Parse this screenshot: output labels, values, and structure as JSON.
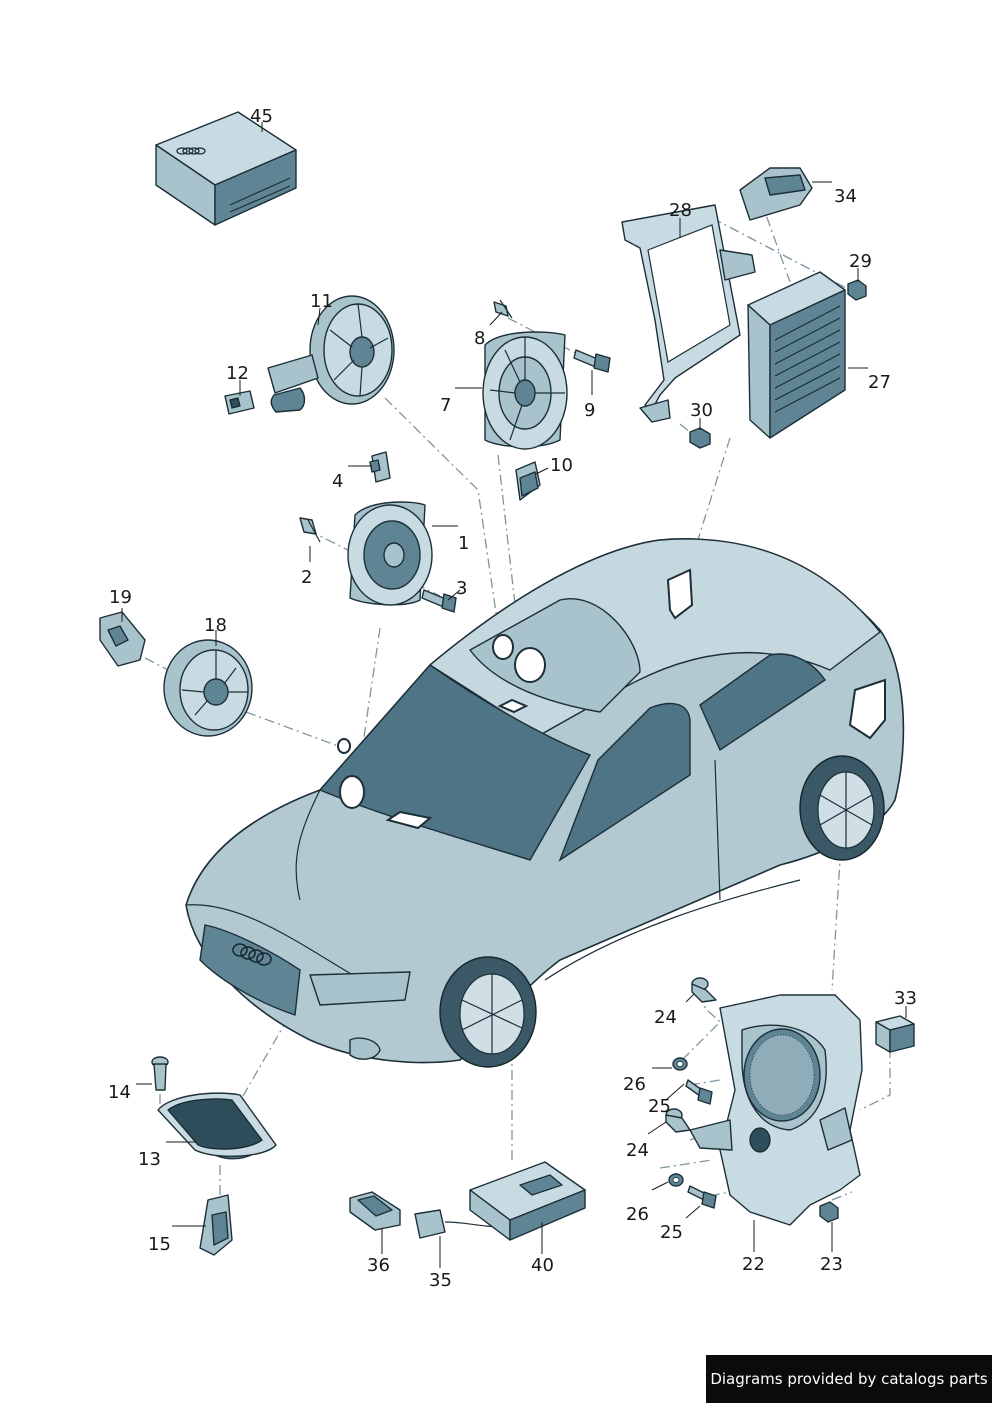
{
  "diagram": {
    "part_labels": [
      "45",
      "11",
      "12",
      "8",
      "9",
      "7",
      "10",
      "28",
      "34",
      "29",
      "27",
      "30",
      "4",
      "1",
      "2",
      "3",
      "19",
      "18",
      "14",
      "13",
      "15",
      "36",
      "35",
      "40",
      "24",
      "26",
      "25",
      "24",
      "26",
      "25",
      "22",
      "23",
      "33"
    ],
    "logo": "four-rings"
  },
  "footer": {
    "text": "Diagrams provided by catalogs parts"
  }
}
